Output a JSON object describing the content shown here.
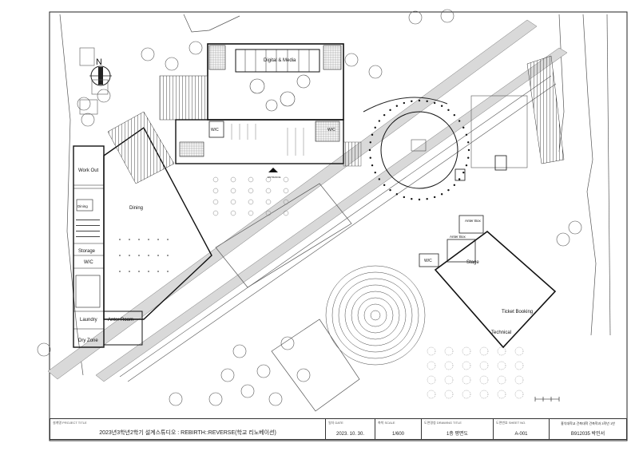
{
  "labels": {
    "north": "N",
    "digital_media": "Digital & Media",
    "work_out": "Work Out",
    "dining": "Dining",
    "dining_small": "Dining",
    "storage": "Storage",
    "wc_left": "W/C",
    "laundry": "Laundry",
    "anter_room_left": "Anter Room",
    "dry_zone": "Dry Zone",
    "wc_center": "W/C",
    "wc_right": "W/C",
    "anter_box_top": "Anter Box",
    "anter_box_small": "Anter Box",
    "stage": "Stage",
    "ticket_booking": "Ticket Booking",
    "technical": "Technical",
    "entrance": "ENTRANCE"
  },
  "title_block": {
    "project_caption": "설계명 PROJECT TITLE",
    "project_title": "2023년3학년2학기 설계스튜디오 : REBIRTH::REVERSE(학교 리노베이션)",
    "date_caption": "일자 DATE",
    "date": "2023. 10. 30.",
    "scale_caption": "축척 SCALE",
    "scale": "1/600",
    "drawing_caption": "도면명칭 DRAWING TITLE",
    "drawing_title": "1층 평면도",
    "number_caption": "도면번호 SHEET NO.",
    "sheet_no": "A-001",
    "school": "홍익대학교 건축대학 건축학과 3학년 1반",
    "student": "B912035 박민서"
  }
}
